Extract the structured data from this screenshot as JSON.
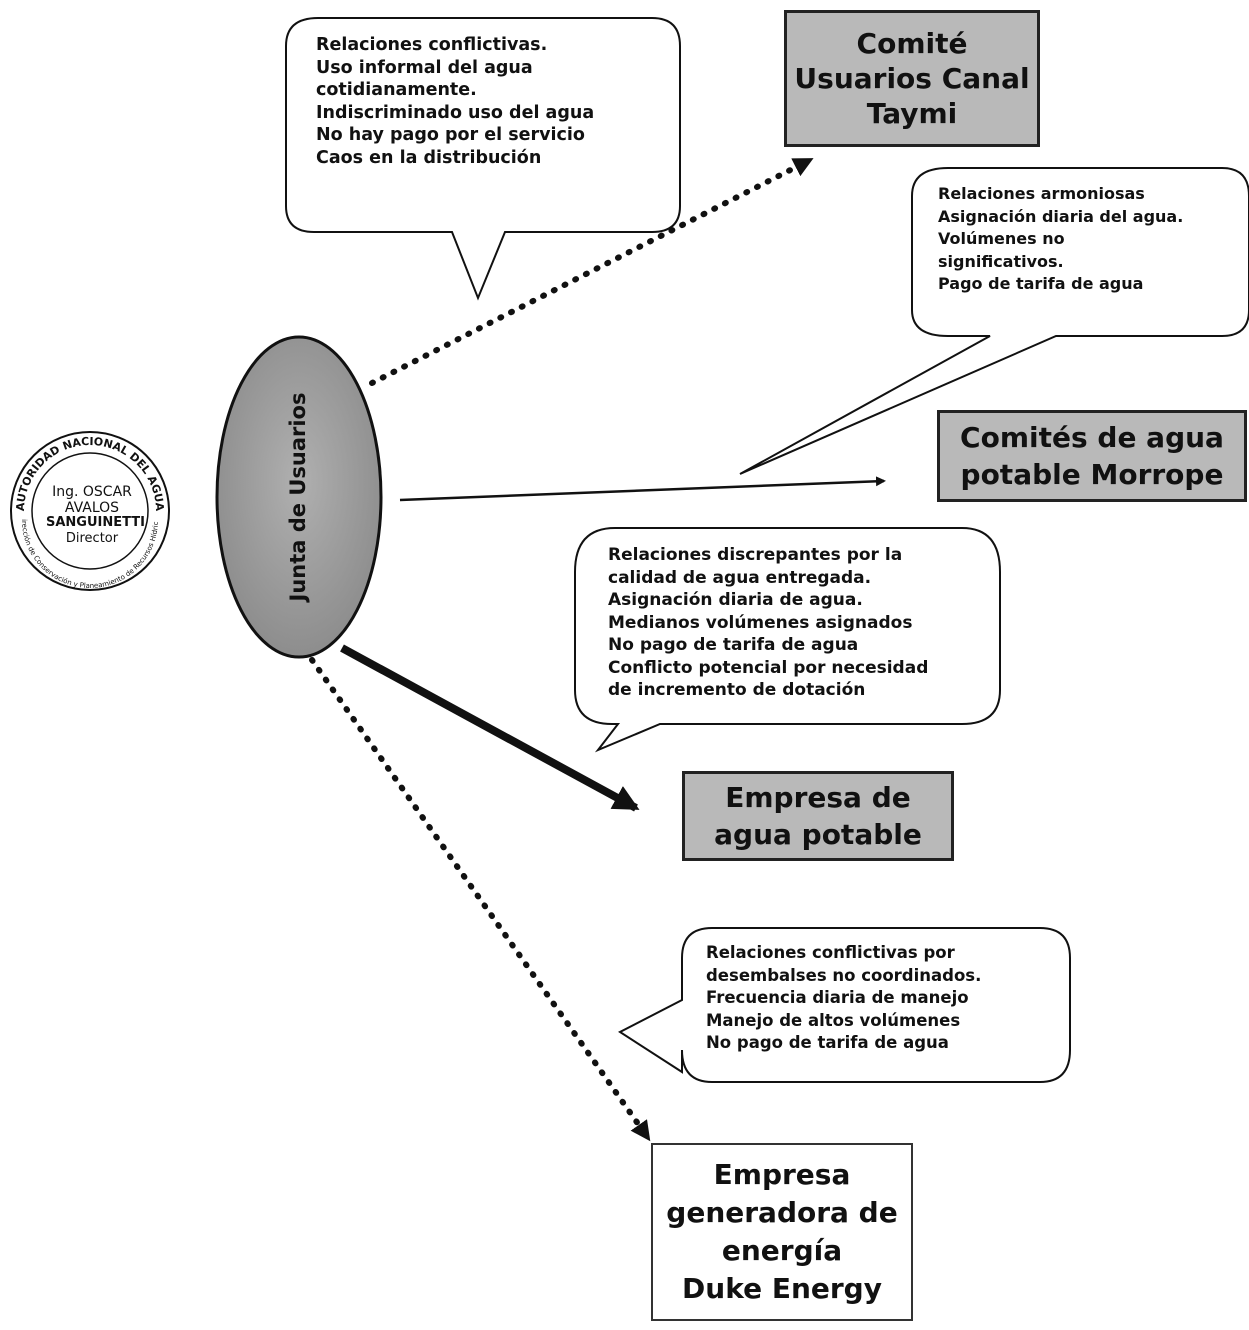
{
  "center_node": {
    "label": "Junta de Usuarios"
  },
  "nodes": {
    "taymi": {
      "lines": [
        "Comité",
        "Usuarios Canal",
        "Taymi"
      ]
    },
    "morrope": {
      "lines": [
        "Comités de agua",
        "potable Morrope"
      ]
    },
    "empresa_agua": {
      "lines": [
        "Empresa de",
        "agua potable"
      ]
    },
    "duke": {
      "lines": [
        "Empresa",
        "generadora de",
        "energía",
        "Duke Energy"
      ]
    }
  },
  "callouts": {
    "taymi": {
      "lines": [
        "Relaciones conflictivas.",
        "Uso informal del agua",
        "cotidianamente.",
        "Indiscriminado uso del agua",
        "No hay pago por el servicio",
        "Caos en la distribución"
      ]
    },
    "morrope": {
      "lines": [
        "Relaciones armoniosas",
        "Asignación diaria del agua.",
        "Volúmenes no",
        "significativos.",
        "Pago de tarifa de agua"
      ]
    },
    "empresa_agua": {
      "lines": [
        "Relaciones discrepantes por la",
        "calidad de agua entregada.",
        "Asignación diaria de agua.",
        "Medianos volúmenes asignados",
        "No pago de tarifa de agua",
        "Conflicto potencial por necesidad",
        "de incremento de dotación"
      ]
    },
    "duke": {
      "lines": [
        "Relaciones conflictivas por",
        "desembalses no coordinados.",
        "Frecuencia diaria de manejo",
        "Manejo de altos volúmenes",
        "No pago de tarifa de agua"
      ]
    }
  },
  "seal": {
    "ring_text": "AUTORIDAD NACIONAL DEL AGUA",
    "ring_bottom": "Dirección de Conservación y Planeamiento de Recursos Hídricos",
    "name_line1": "Ing. OSCAR",
    "name_line2": "AVALOS",
    "name_line3": "SANGUINETTI",
    "role": "Director"
  },
  "colors": {
    "dark_box_fill": "#b9b9b9",
    "ellipse_fill": "#9a9a9a",
    "ink": "#111111"
  }
}
